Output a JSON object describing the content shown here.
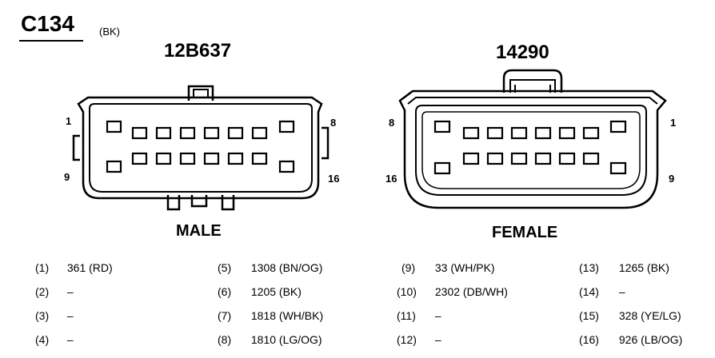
{
  "connector": {
    "id": "C134",
    "color": "(BK)"
  },
  "male": {
    "part_number": "12B637",
    "caption": "MALE",
    "pin_labels": {
      "top_left": "1",
      "bottom_left": "9",
      "top_right": "8",
      "bottom_right": "16"
    }
  },
  "female": {
    "part_number": "14290",
    "caption": "FEMALE",
    "pin_labels": {
      "top_left": "8",
      "bottom_left": "16",
      "top_right": "1",
      "bottom_right": "9"
    }
  },
  "pinout": [
    [
      {
        "pin": "(1)",
        "wire": "361 (RD)"
      },
      {
        "pin": "(5)",
        "wire": "1308 (BN/OG)"
      },
      {
        "pin": "(9)",
        "wire": "33 (WH/PK)"
      },
      {
        "pin": "(13)",
        "wire": "1265 (BK)"
      }
    ],
    [
      {
        "pin": "(2)",
        "wire": "–"
      },
      {
        "pin": "(6)",
        "wire": "1205 (BK)"
      },
      {
        "pin": "(10)",
        "wire": "2302 (DB/WH)"
      },
      {
        "pin": "(14)",
        "wire": "–"
      }
    ],
    [
      {
        "pin": "(3)",
        "wire": "–"
      },
      {
        "pin": "(7)",
        "wire": "1818 (WH/BK)"
      },
      {
        "pin": "(11)",
        "wire": "–"
      },
      {
        "pin": "(15)",
        "wire": "328 (YE/LG)"
      }
    ],
    [
      {
        "pin": "(4)",
        "wire": "–"
      },
      {
        "pin": "(8)",
        "wire": "1810 (LG/OG)"
      },
      {
        "pin": "(12)",
        "wire": "–"
      },
      {
        "pin": "(16)",
        "wire": "926 (LB/OG)"
      }
    ]
  ]
}
